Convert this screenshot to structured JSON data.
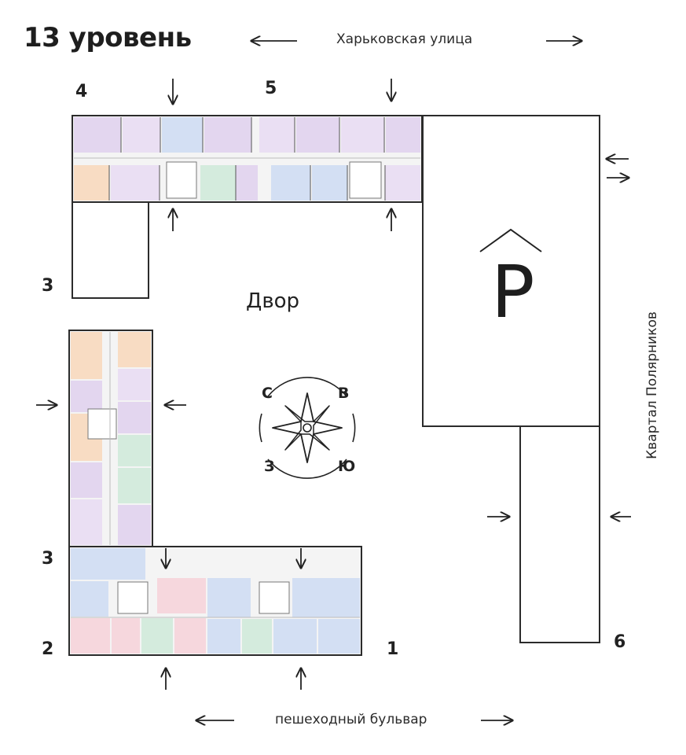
{
  "title": "13 уровень",
  "streets": {
    "top": "Харьковская улица",
    "bottom": "пешеходный бульвар",
    "right": "Квартал Полярников"
  },
  "yard_label": "Двор",
  "parking_label": "P",
  "compass": {
    "north": "С",
    "east": "В",
    "south": "Ю",
    "west": "З"
  },
  "section_numbers": {
    "s1": "1",
    "s2": "2",
    "s3_lower": "3",
    "s3_upper": "3",
    "s4": "4",
    "s5": "5",
    "s6": "6"
  },
  "colors": {
    "outline": "#2b2b2b",
    "apt_purple": "#e3d6ef",
    "apt_blue": "#d3dff3",
    "apt_orange": "#f8dcc3",
    "apt_pink": "#f6d7dd",
    "apt_green": "#d4ebdd",
    "apt_lilac": "#eadff3",
    "corridor": "#f4f4f4"
  }
}
